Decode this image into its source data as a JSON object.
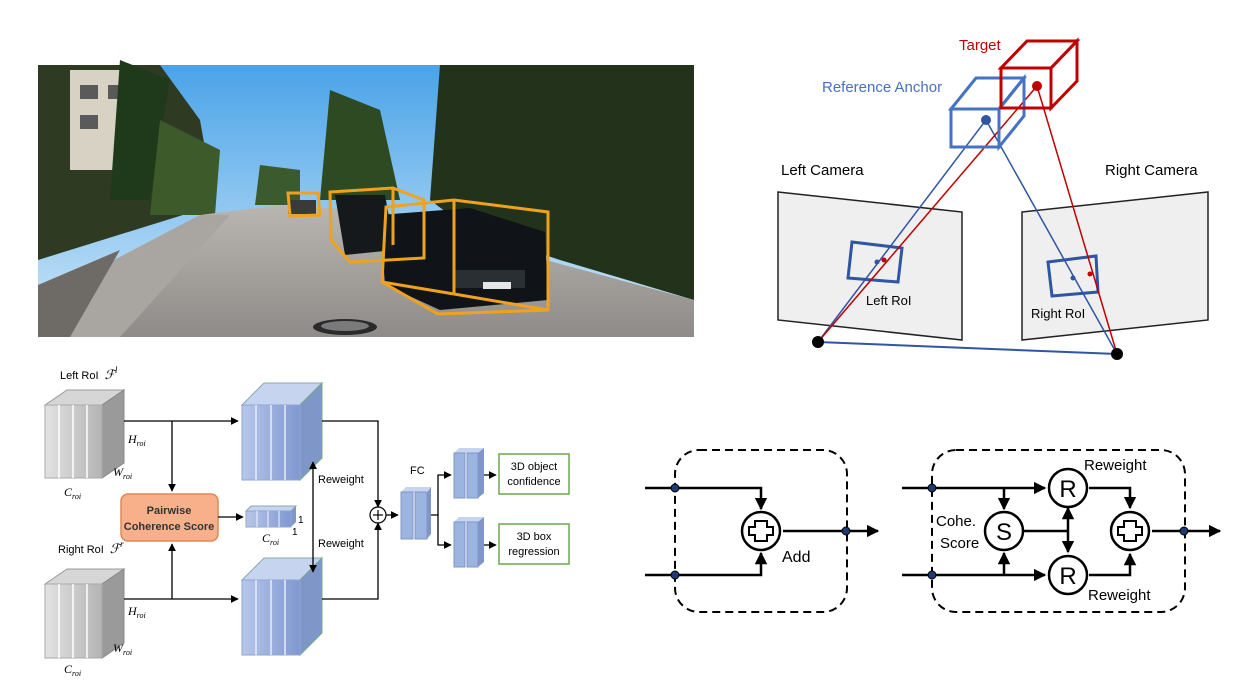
{
  "photo": {
    "description_tag": "street-scene-with-3d-boxes",
    "box_color": "#f0a21e"
  },
  "camera_diagram": {
    "target_label": "Target",
    "anchor_label": "Reference Anchor",
    "left_camera_label": "Left Camera",
    "right_camera_label": "Right Camera",
    "left_roi_label": "Left RoI",
    "right_roi_label": "Right RoI",
    "colors": {
      "target": "#c00000",
      "anchor": "#4472c4"
    }
  },
  "network": {
    "left_roi_label": "Left RoI",
    "left_feature_symbol": "ℱ",
    "left_feature_sup": "l",
    "right_roi_label": "Right RoI",
    "right_feature_symbol": "ℱ",
    "right_feature_sup": "r",
    "h_roi_base": "H",
    "w_roi_base": "W",
    "c_roi_base": "C",
    "roi_sub": "roi",
    "pairwise_line1": "Pairwise",
    "pairwise_line2": "Coherence Score",
    "reweight_top": "Reweight",
    "reweight_bottom": "Reweight",
    "one_a": "1",
    "one_b": "1",
    "fc_label": "FC",
    "out1_line1": "3D object",
    "out1_line2": "confidence",
    "out2_line1": "3D box",
    "out2_line2": "regression",
    "plus_symbol": "+",
    "colors": {
      "pairwise_fill": "#f8b08a",
      "output_border": "#6aa84f",
      "feature": "#9cb4e0"
    }
  },
  "blocks": {
    "add_label": "Add",
    "reweight_top": "Reweight",
    "reweight_bottom": "Reweight",
    "cohe_line1": "Cohe.",
    "cohe_line2": "Score",
    "s_symbol": "S",
    "r_symbol": "R"
  }
}
